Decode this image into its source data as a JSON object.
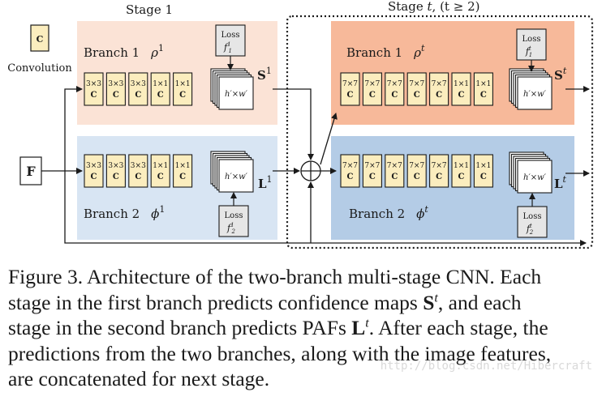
{
  "stage1": {
    "title": "Stage 1",
    "branch1_label": "Branch 1",
    "branch1_rho": "ρ",
    "branch1_sup": "1",
    "branch2_label": "Branch 2",
    "branch2_phi": "ϕ",
    "branch2_sup": "1",
    "b1_blocks": [
      "3×3",
      "3×3",
      "3×3",
      "1×1",
      "1×1"
    ],
    "b2_blocks": [
      "3×3",
      "3×3",
      "3×3",
      "1×1",
      "1×1"
    ],
    "s_out": "S",
    "s_sup": "1",
    "l_out": "L",
    "l_sup": "1"
  },
  "staget": {
    "title_prefix": "Stage",
    "title_t": "t",
    "title_cond": ", (t ≥ 2)",
    "branch1_label": "Branch 1",
    "branch1_rho": "ρ",
    "branch1_sup": "t",
    "branch2_label": "Branch 2",
    "branch2_phi": "ϕ",
    "branch2_sup": "t",
    "b1_blocks": [
      "7×7",
      "7×7",
      "7×7",
      "7×7",
      "7×7",
      "1×1",
      "1×1"
    ],
    "b2_blocks": [
      "7×7",
      "7×7",
      "7×7",
      "7×7",
      "7×7",
      "1×1",
      "1×1"
    ],
    "s_out": "S",
    "s_sup": "t",
    "l_out": "L",
    "l_sup": "t"
  },
  "block_letter": "C",
  "map_label": "h′×w′",
  "loss_label": "Loss",
  "loss_f1": "f",
  "loss_f2": "f",
  "loss_sub1": "1",
  "loss_sub2": "2",
  "loss_sup_stage1": "1",
  "loss_sup_staget": "t",
  "legend": {
    "letter": "C",
    "label": "Convolution"
  },
  "input_label": "F",
  "colors": {
    "stage1_branch1_bg": "#fbe3d6",
    "stage1_branch2_bg": "#d8e5f3",
    "staget_branch1_bg": "#f7b99a",
    "staget_branch2_bg": "#b4cce6",
    "block_fill": "#fbedbe",
    "loss_fill": "#e6e6e6"
  },
  "caption": {
    "line1": "Figure 3. Architecture of the two-branch multi-stage CNN. Each",
    "line2a": "stage in the first branch predicts confidence maps ",
    "line2_S": "S",
    "line2_sup": "t",
    "line2b": ", and each",
    "line3a": "stage in the second branch predicts PAFs ",
    "line3_L": "L",
    "line3_sup": "t",
    "line3b": ". After each stage, the",
    "line4": "predictions from the two branches, along with the image features,",
    "line5": "are concatenated for next stage."
  },
  "watermark": "http://blog.csdn.net/Hibercraft"
}
